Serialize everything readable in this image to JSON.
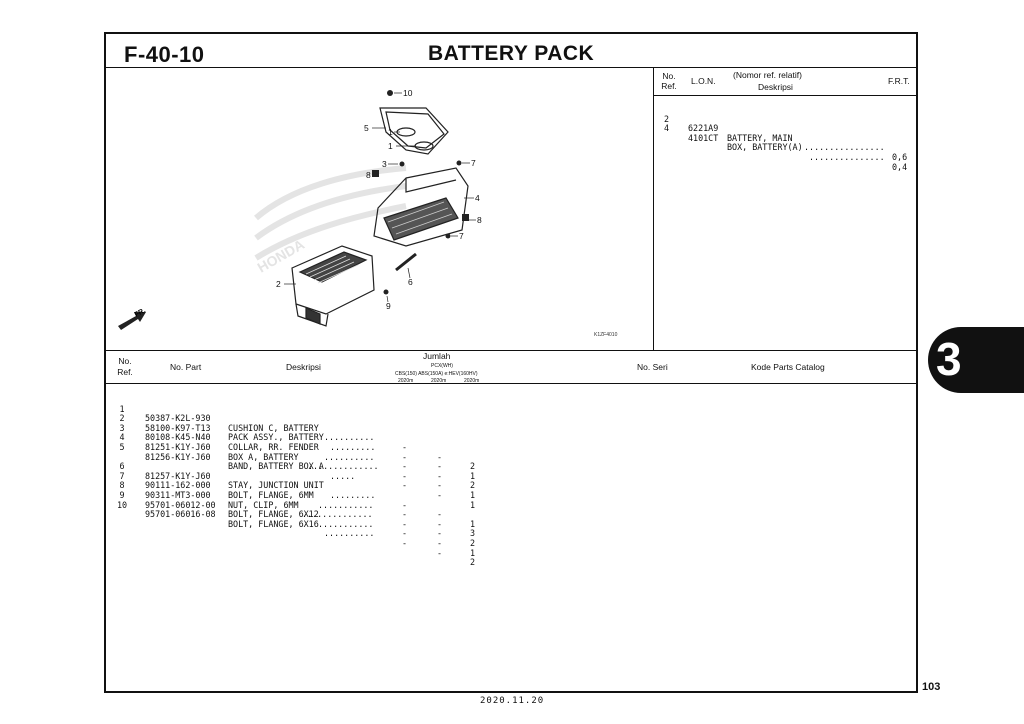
{
  "page": {
    "code": "F-40-10",
    "title": "BATTERY PACK",
    "section_tab": "3",
    "page_number": "103",
    "date": "2020.11.20"
  },
  "diagram": {
    "callouts": [
      "10",
      "5",
      "1",
      "1",
      "3",
      "8",
      "7",
      "4",
      "8",
      "7",
      "2",
      "6",
      "9"
    ],
    "arrow_label": "FR.",
    "figure_code": "K1ZF4010"
  },
  "lon_table": {
    "headers": {
      "no_ref": "No.\nRef.",
      "lon": "L.O.N.",
      "nomor": "(Nomor ref. relatif)",
      "deskripsi": "Deskripsi",
      "frt": "F.R.T."
    },
    "rows": [
      {
        "ref": "2",
        "lon": "6221A9",
        "desc": "BATTERY, MAIN",
        "frt": "0,6"
      },
      {
        "ref": "4",
        "lon": "4101CT",
        "desc": "BOX, BATTERY(A)",
        "frt": "0,4"
      }
    ]
  },
  "parts_table": {
    "headers": {
      "no_ref": "No.\nRef.",
      "no_part": "No. Part",
      "deskripsi": "Deskripsi",
      "jumlah": "Jumlah",
      "jumlah_sub": "PCX(WH)",
      "jumlah_models": "CBS(150) ABS(150A) e:HEV(160HV)",
      "jumlah_years": [
        "2020m",
        "2020m",
        "2020m"
      ],
      "no_seri": "No. Seri",
      "kode": "Kode Parts Catalog"
    },
    "groups": [
      [
        {
          "ref": "1",
          "part": "50387-K2L-930",
          "desc": "CUSHION C, BATTERY",
          "q1": "-",
          "q2": "-",
          "q3": "2"
        },
        {
          "ref": "2",
          "part": "58100-K97-T13",
          "desc": "PACK ASSY., BATTERY",
          "q1": "-",
          "q2": "-",
          "q3": "1"
        },
        {
          "ref": "3",
          "part": "80108-K45-N40",
          "desc": "COLLAR, RR. FENDER",
          "q1": "-",
          "q2": "-",
          "q3": "2"
        },
        {
          "ref": "4",
          "part": "81251-K1Y-J60",
          "desc": "BOX A, BATTERY",
          "q1": "-",
          "q2": "-",
          "q3": "1"
        },
        {
          "ref": "5",
          "part": "81256-K1Y-J60",
          "desc": "BAND, BATTERY BOX A",
          "q1": "-",
          "q2": "-",
          "q3": "1"
        }
      ],
      [
        {
          "ref": "6",
          "part": "81257-K1Y-J60",
          "desc": "STAY, JUNCTION UNIT",
          "q1": "-",
          "q2": "-",
          "q3": "1"
        },
        {
          "ref": "7",
          "part": "90111-162-000",
          "desc": "BOLT, FLANGE, 6MM",
          "q1": "-",
          "q2": "-",
          "q3": "3"
        },
        {
          "ref": "8",
          "part": "90311-MT3-000",
          "desc": "NUT, CLIP, 6MM",
          "q1": "-",
          "q2": "-",
          "q3": "2"
        },
        {
          "ref": "9",
          "part": "95701-06012-00",
          "desc": "BOLT, FLANGE, 6X12",
          "q1": "-",
          "q2": "-",
          "q3": "1"
        },
        {
          "ref": "10",
          "part": "95701-06016-08",
          "desc": "BOLT, FLANGE, 6X16",
          "q1": "-",
          "q2": "-",
          "q3": "2"
        }
      ]
    ]
  }
}
